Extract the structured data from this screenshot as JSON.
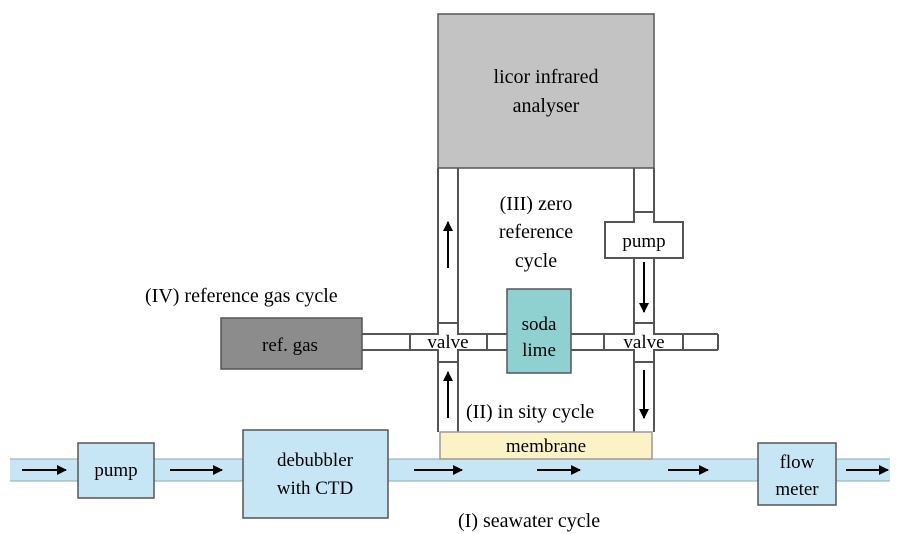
{
  "analyser": {
    "line1": "licor infrared",
    "line2": "analyser"
  },
  "cycles": {
    "zero": {
      "line1": "(III) zero",
      "line2": "reference",
      "line3": "cycle"
    },
    "reference_gas": "(IV) reference gas cycle",
    "in_situ": "(II) in sity cycle",
    "seawater": "(I) seawater cycle"
  },
  "components": {
    "ref_gas": "ref. gas",
    "valve_left": "valve",
    "valve_right": "valve",
    "soda_lime": {
      "line1": "soda",
      "line2": "lime"
    },
    "pump_gas": "pump",
    "pump_water": "pump",
    "membrane": "membrane",
    "debubbler": {
      "line1": "debubbler",
      "line2": "with CTD"
    },
    "flow_meter": {
      "line1": "flow",
      "line2": "meter"
    }
  },
  "colors": {
    "analyser_fill": "#c3c3c3",
    "ref_gas_fill": "#8c8c8c",
    "water_fill": "#c6e6f5",
    "soda_lime_fill": "#8fd0d0",
    "membrane_fill": "#fbf3c6",
    "stroke": "#555555"
  }
}
